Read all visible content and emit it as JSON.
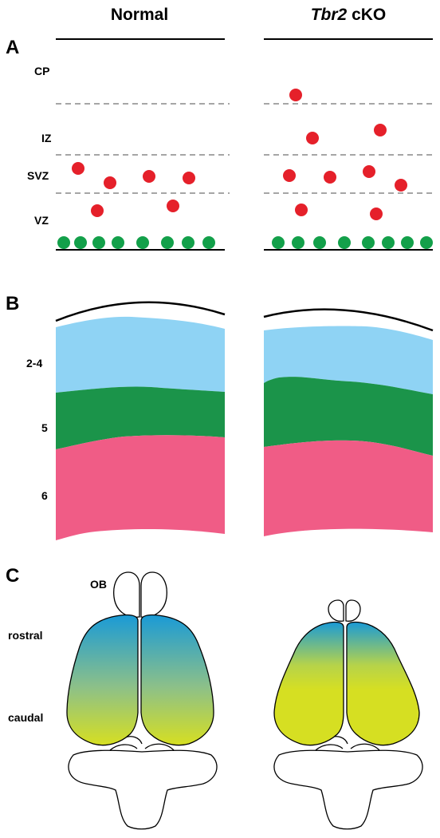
{
  "columns": {
    "normal": "Normal",
    "cko_gene": "Tbr2",
    "cko_suffix": " cKO"
  },
  "panels": {
    "a": "A",
    "b": "B",
    "c": "C"
  },
  "panel_a": {
    "zones": [
      "CP",
      "IZ",
      "SVZ",
      "VZ"
    ],
    "colors": {
      "cell_red": "#e5202a",
      "cell_green": "#13a04a",
      "boundary": "#888888"
    }
  },
  "panel_b": {
    "layers": [
      "2-4",
      "5",
      "6"
    ],
    "colors": {
      "layer_2_4": "#8fd3f4",
      "layer_5": "#1b944a",
      "layer_6": "#f05c86"
    }
  },
  "panel_c": {
    "labels": {
      "ob": "OB",
      "rostral": "rostral",
      "caudal": "caudal"
    },
    "colors": {
      "rostral": "#1a9ad6",
      "caudal": "#d6df22"
    }
  }
}
